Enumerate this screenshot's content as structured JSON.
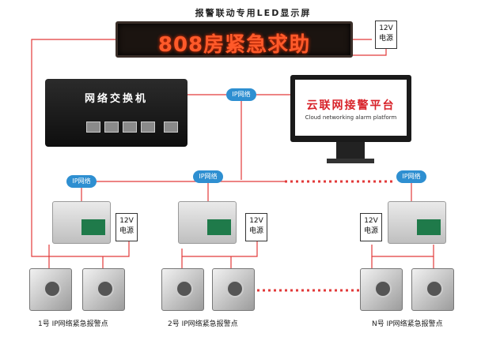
{
  "title": "报警联动专用LED显示屏",
  "led_text": "808房紧急求助",
  "psu_top": "12V\n电源",
  "switch_label": "网络交换机",
  "monitor": {
    "title": "云联网接警平台",
    "subtitle": "Cloud networking alarm platform"
  },
  "cloud_label": "IP网络",
  "groups": [
    {
      "psu": "12V\n电源",
      "caption": "1号 IP网络紧急报警点"
    },
    {
      "psu": "12V\n电源",
      "caption": "2号 IP网络紧急报警点"
    },
    {
      "psu": "12V\n电源",
      "caption": "N号 IP网络紧急报警点"
    }
  ],
  "colors": {
    "line": "#e23a3a",
    "cloud": "#2e8fd1",
    "led": "#ff5a2a"
  }
}
